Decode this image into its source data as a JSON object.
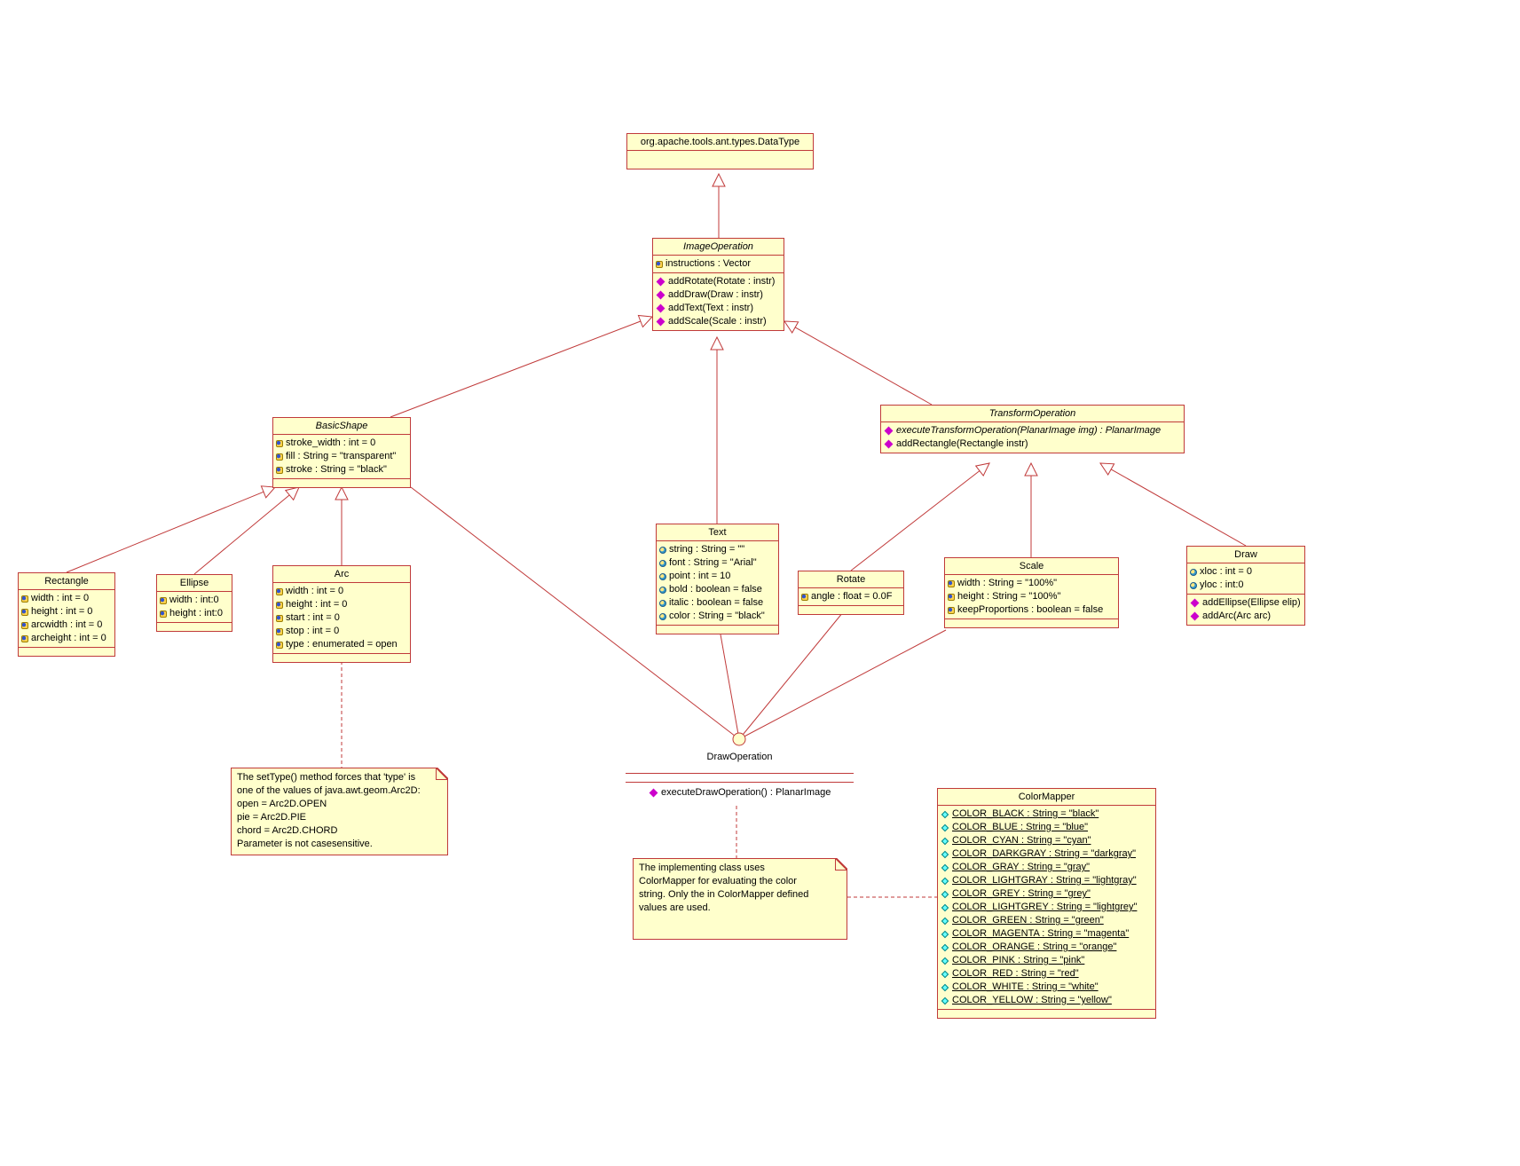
{
  "colors": {
    "background": "#FFFFFF",
    "box_fill": "#FFFFCC",
    "line": "#C03A3A",
    "icon_method": "#CC00CC",
    "icon_key": "#FFD34D",
    "icon_const": "#66FFFF",
    "icon_circle": "#3399CC"
  },
  "classes": {
    "dataType": {
      "name": "org.apache.tools.ant.types.DataType",
      "abstract": false,
      "attributes": [],
      "methods": null
    },
    "imageOperation": {
      "name": "ImageOperation",
      "abstract": true,
      "attributes": [
        {
          "icon": "key",
          "text": "instructions : Vector"
        }
      ],
      "methods": [
        {
          "icon": "method",
          "text": "addRotate(Rotate : instr)"
        },
        {
          "icon": "method",
          "text": "addDraw(Draw : instr)"
        },
        {
          "icon": "method",
          "text": "addText(Text : instr)"
        },
        {
          "icon": "method",
          "text": "addScale(Scale : instr)"
        }
      ]
    },
    "basicShape": {
      "name": "BasicShape",
      "abstract": true,
      "attributes": [
        {
          "icon": "key",
          "text": "stroke_width : int = 0"
        },
        {
          "icon": "key",
          "text": "fill : String = \"transparent\""
        },
        {
          "icon": "key",
          "text": "stroke : String = \"black\""
        }
      ],
      "methods": []
    },
    "transformOperation": {
      "name": "TransformOperation",
      "abstract": true,
      "attributes": null,
      "methods": [
        {
          "icon": "method",
          "text": "executeTransformOperation(PlanarImage img) : PlanarImage",
          "italic": true
        },
        {
          "icon": "method",
          "text": "addRectangle(Rectangle instr)"
        }
      ]
    },
    "rectangle": {
      "name": "Rectangle",
      "abstract": false,
      "attributes": [
        {
          "icon": "key",
          "text": "width : int = 0"
        },
        {
          "icon": "key",
          "text": "height : int = 0"
        },
        {
          "icon": "key",
          "text": "arcwidth : int = 0"
        },
        {
          "icon": "key",
          "text": "archeight : int = 0"
        }
      ],
      "methods": []
    },
    "ellipse": {
      "name": "Ellipse",
      "abstract": false,
      "attributes": [
        {
          "icon": "key",
          "text": "width : int:0"
        },
        {
          "icon": "key",
          "text": "height : int:0"
        }
      ],
      "methods": []
    },
    "arc": {
      "name": "Arc",
      "abstract": false,
      "attributes": [
        {
          "icon": "key",
          "text": "width : int = 0"
        },
        {
          "icon": "key",
          "text": "height : int = 0"
        },
        {
          "icon": "key",
          "text": "start : int = 0"
        },
        {
          "icon": "key",
          "text": "stop : int = 0"
        },
        {
          "icon": "key",
          "text": "type : enumerated = open"
        }
      ],
      "methods": []
    },
    "text": {
      "name": "Text",
      "abstract": false,
      "attributes": [
        {
          "icon": "circle",
          "text": "string : String = \"\""
        },
        {
          "icon": "circle",
          "text": "font : String = \"Arial\""
        },
        {
          "icon": "circle",
          "text": "point : int = 10"
        },
        {
          "icon": "circle",
          "text": "bold : boolean = false"
        },
        {
          "icon": "circle",
          "text": "italic : boolean = false"
        },
        {
          "icon": "circle",
          "text": "color : String = \"black\""
        }
      ],
      "methods": []
    },
    "rotate": {
      "name": "Rotate",
      "abstract": false,
      "attributes": [
        {
          "icon": "key",
          "text": "angle : float = 0.0F"
        }
      ],
      "methods": []
    },
    "scale": {
      "name": "Scale",
      "abstract": false,
      "attributes": [
        {
          "icon": "key",
          "text": "width : String = \"100%\""
        },
        {
          "icon": "key",
          "text": "height : String = \"100%\""
        },
        {
          "icon": "key",
          "text": "keepProportions : boolean = false"
        }
      ],
      "methods": []
    },
    "draw": {
      "name": "Draw",
      "abstract": false,
      "attributes": [
        {
          "icon": "circle",
          "text": "xloc : int = 0"
        },
        {
          "icon": "circle",
          "text": "yloc : int:0"
        }
      ],
      "methods": [
        {
          "icon": "method",
          "text": "addEllipse(Ellipse elip)"
        },
        {
          "icon": "method",
          "text": "addArc(Arc arc)"
        }
      ]
    },
    "colorMapper": {
      "name": "ColorMapper",
      "abstract": false,
      "attributes": [
        {
          "icon": "const",
          "text": "COLOR_BLACK : String = \"black\"",
          "underline": true
        },
        {
          "icon": "const",
          "text": "COLOR_BLUE : String = \"blue\"",
          "underline": true
        },
        {
          "icon": "const",
          "text": "COLOR_CYAN : String = \"cyan\"",
          "underline": true
        },
        {
          "icon": "const",
          "text": "COLOR_DARKGRAY : String = \"darkgray\"",
          "underline": true
        },
        {
          "icon": "const",
          "text": "COLOR_GRAY : String = \"gray\"",
          "underline": true
        },
        {
          "icon": "const",
          "text": "COLOR_LIGHTGRAY : String = \"lightgray\"",
          "underline": true
        },
        {
          "icon": "const",
          "text": "COLOR_GREY : String = \"grey\"",
          "underline": true
        },
        {
          "icon": "const",
          "text": "COLOR_LIGHTGREY : String = \"lightgrey\"",
          "underline": true
        },
        {
          "icon": "const",
          "text": "COLOR_GREEN : String = \"green\"",
          "underline": true
        },
        {
          "icon": "const",
          "text": "COLOR_MAGENTA : String = \"magenta\"",
          "underline": true
        },
        {
          "icon": "const",
          "text": "COLOR_ORANGE : String = \"orange\"",
          "underline": true
        },
        {
          "icon": "const",
          "text": "COLOR_PINK : String = \"pink\"",
          "underline": true
        },
        {
          "icon": "const",
          "text": "COLOR_RED : String = \"red\"",
          "underline": true
        },
        {
          "icon": "const",
          "text": "COLOR_WHITE : String = \"white\"",
          "underline": true
        },
        {
          "icon": "const",
          "text": "COLOR_YELLOW : String = \"yellow\"",
          "underline": true
        }
      ],
      "methods": []
    }
  },
  "interface": {
    "name": "DrawOperation",
    "method": "executeDrawOperation() : PlanarImage"
  },
  "notes": {
    "arc_settype": "The setType() method forces that 'type' is\none of the values of java.awt.geom.Arc2D:\nopen = Arc2D.OPEN\npie = Arc2D.PIE\nchord = Arc2D.CHORD\nParameter is not casesensitive.",
    "colormapper_usage": "The implementing class uses\nColorMapper for evaluating the color\nstring. Only the in ColorMapper defined\nvalues are used."
  }
}
